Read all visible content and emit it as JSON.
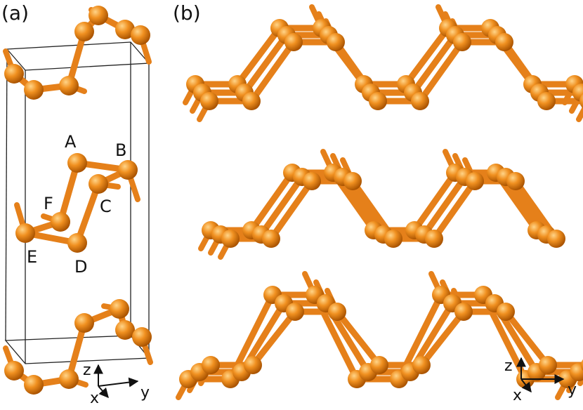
{
  "panels": {
    "a": "(a)",
    "b": "(b)"
  },
  "atom_labels": [
    "A",
    "B",
    "C",
    "D",
    "E",
    "F"
  ],
  "axes": {
    "z": "z",
    "x": "x",
    "y": "y"
  },
  "colors": {
    "bond": "#e5801a",
    "atom_light": "#ffc46a",
    "atom_mid": "#ef8a14",
    "atom_dark": "#b85c00",
    "cell": "#222222",
    "axis": "#111111"
  }
}
